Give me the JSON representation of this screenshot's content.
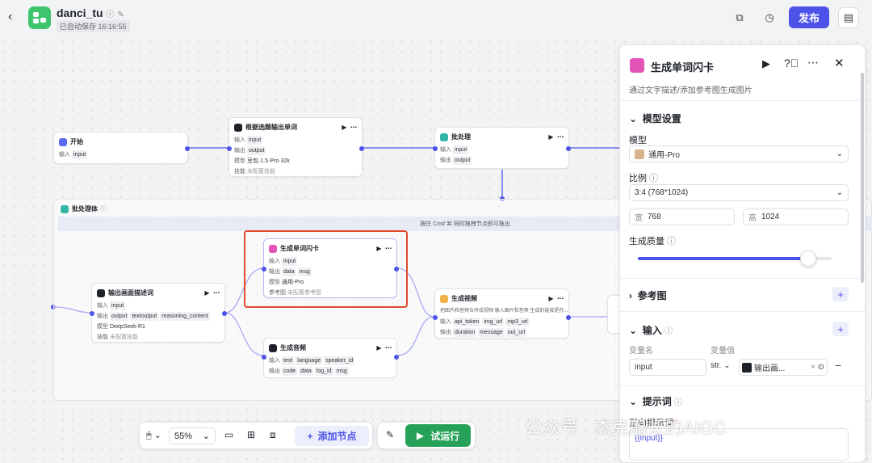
{
  "app": {
    "title": "danci_tu",
    "saved_text": "已自动保存 16:16:55",
    "publish_label": "发布",
    "accent": "#4d53e8"
  },
  "nodes": {
    "start": {
      "title": "开始",
      "input_label": "输入",
      "input_tag": "input"
    },
    "gen_words": {
      "title": "根据选题输出单词",
      "in_label": "输入",
      "in_tag": "input",
      "out_label": "输出",
      "out_tag": "output",
      "model_label": "模型",
      "model": "豆包·1.5·Pro·32k",
      "skill_label": "技能",
      "skill": "未配置技能"
    },
    "batch": {
      "title": "批处理",
      "in_label": "输入",
      "in_tag": "input",
      "out_label": "输出",
      "out_tag": "output"
    },
    "batch_body": {
      "title": "批处理体",
      "hint": "按住 Cmd ⌘ 同时拖拽节点即可拖出"
    },
    "desc": {
      "title": "输出画面描述词",
      "in_label": "输入",
      "in_tag": "input",
      "out_label": "输出",
      "out_tags": [
        "output",
        "textoutput",
        "reasoning_content"
      ],
      "model_label": "模型",
      "model": "DeepSeek-R1",
      "skill_label": "技能",
      "skill": "未配置技能"
    },
    "flashcard": {
      "title": "生成单词闪卡",
      "in_label": "输入",
      "in_tag": "input",
      "out_label": "输出",
      "out_tags": [
        "data",
        "msg"
      ],
      "model_label": "模型",
      "model": "通用-Pro",
      "ref_label": "参考图",
      "ref": "未配置参考图"
    },
    "audio": {
      "title": "生成音频",
      "in_label": "输入",
      "in_tags": [
        "text",
        "language",
        "speaker_id"
      ],
      "out_label": "输出",
      "out_tags": [
        "code",
        "data",
        "log_id",
        "msg"
      ]
    },
    "video": {
      "title": "生成视频",
      "desc": "把图片和音频合并成视频 输入图片和音频 生成的链接是存...",
      "in_label": "输入",
      "in_tags": [
        "api_token",
        "img_url",
        "mp3_url"
      ],
      "out_label": "输出",
      "out_tags": [
        "duration",
        "message",
        "out_url"
      ]
    }
  },
  "panel": {
    "title": "生成单词闪卡",
    "subtitle": "通过文字描述/添加参考图生成图片",
    "model_section": "模型设置",
    "model_label": "模型",
    "model_value": "通用-Pro",
    "ratio_label": "比例",
    "ratio_value": "3:4 (768*1024)",
    "width_label": "宽",
    "width_value": "768",
    "height_label": "高",
    "height_value": "1024",
    "quality_label": "生成质量",
    "quality_level": 0.88,
    "ref_section": "参考图",
    "input_section": "输入",
    "var_name_header": "变量名",
    "var_value_header": "变量值",
    "var_name": "input",
    "var_type": "str.",
    "var_ref": "输出画...",
    "prompt_section": "提示词",
    "positive_prompt_label": "正向提示词",
    "prompt_value": "{{input}}"
  },
  "bottom": {
    "zoom": "55%",
    "add_node_label": "添加节点",
    "run_label": "试运行"
  },
  "watermark": "公众号 · 杰克船长的AIGC"
}
